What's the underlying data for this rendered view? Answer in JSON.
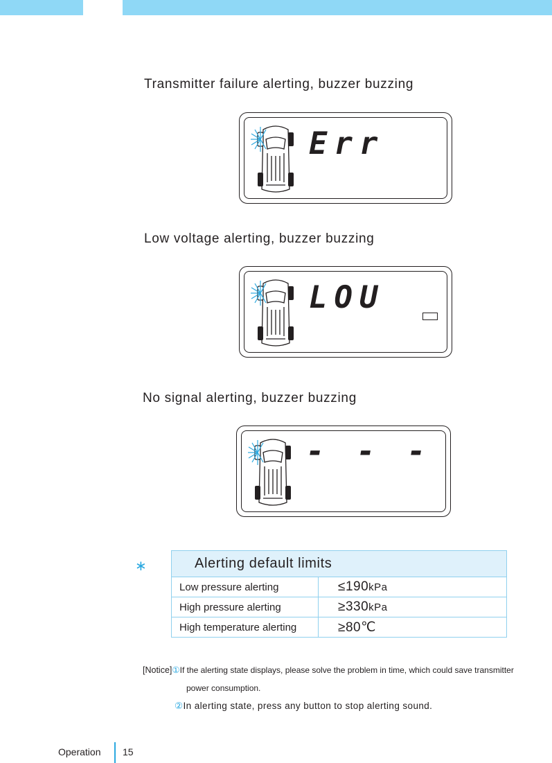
{
  "colors": {
    "accent": "#8fd8f6",
    "blue": "#2aa8e0",
    "table_head_bg": "#dff1fb"
  },
  "sections": [
    {
      "heading": "Transmitter failure alerting, buzzer buzzing",
      "display": "Err"
    },
    {
      "heading": "Low voltage alerting, buzzer buzzing",
      "display": "LOU",
      "battery_icon": "battery-empty-icon"
    },
    {
      "heading": "No signal alerting, buzzer buzzing",
      "display": "- - -"
    }
  ],
  "limits": {
    "marker": "∗",
    "title": "Alerting default limits",
    "rows": [
      {
        "label": "Low pressure alerting",
        "symbol": "≤",
        "value": "190",
        "unit": "kPa"
      },
      {
        "label": "High pressure alerting",
        "symbol": "≥",
        "value": "330",
        "unit": "kPa"
      },
      {
        "label": "High temperature alerting",
        "symbol": "≥",
        "value": "80",
        "unit": "℃"
      }
    ]
  },
  "notice": {
    "label": "[Notice]",
    "items": [
      {
        "num": "①",
        "text": "If the alerting state displays, please solve the problem in time, which could save transmitter",
        "continuation": "power consumption."
      },
      {
        "num": "②",
        "text": "In alerting state, press any button to stop alerting sound."
      }
    ]
  },
  "footer": {
    "section": "Operation",
    "page": "15"
  }
}
